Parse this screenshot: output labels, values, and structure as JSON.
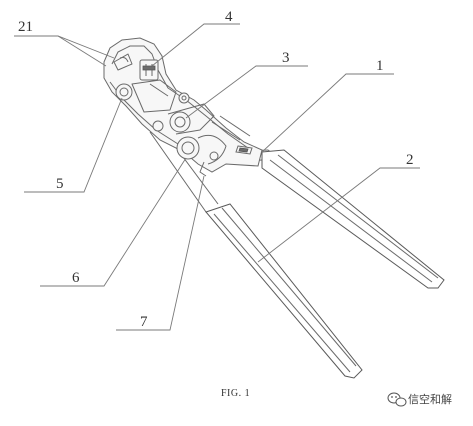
{
  "figure": {
    "caption": "FIG. 1",
    "labels": {
      "l21": "21",
      "l4": "4",
      "l3": "3",
      "l1": "1",
      "l2": "2",
      "l5": "5",
      "l6": "6",
      "l7": "7"
    }
  },
  "watermark": {
    "icon": "wechat-icon",
    "text": "信空和解"
  }
}
